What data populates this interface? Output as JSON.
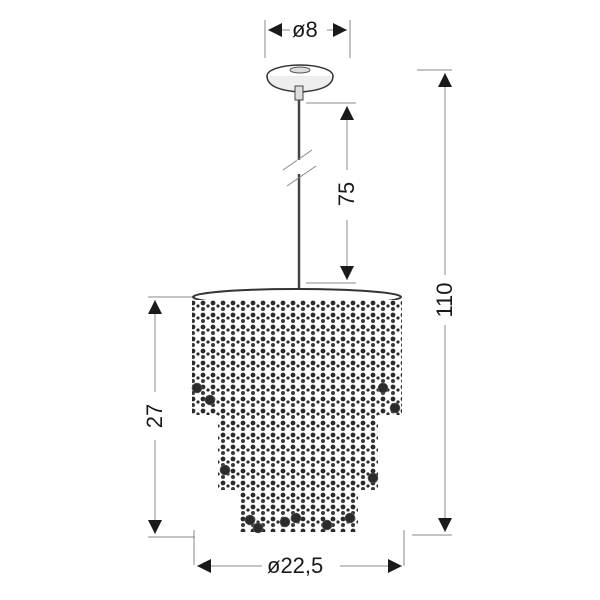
{
  "diagram": {
    "type": "product-dimension-drawing",
    "subject": "crystal bead pendant chandelier",
    "colors": {
      "line": "#333333",
      "dim_line": "#888888",
      "arrow": "#1a1a1a",
      "beads": "#2b2b2b",
      "text": "#1a1a1a"
    },
    "dimensions": {
      "canopy_diameter": {
        "label": "ø8",
        "orientation": "horizontal"
      },
      "cord_length": {
        "label": "75",
        "orientation": "vertical"
      },
      "total_height": {
        "label": "110",
        "orientation": "vertical"
      },
      "shade_height": {
        "label": "27",
        "orientation": "vertical"
      },
      "shade_diameter": {
        "label": "ø22,5",
        "orientation": "horizontal"
      }
    }
  }
}
